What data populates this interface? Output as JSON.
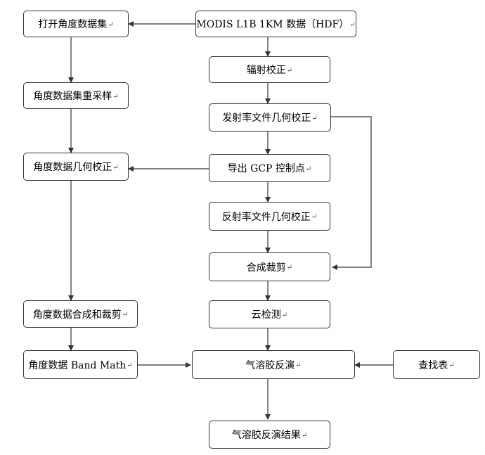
{
  "nodes": {
    "open_angle": {
      "text": "打开角度数据集"
    },
    "modis": {
      "text": "MODIS L1B 1KM 数据（HDF）"
    },
    "radiometric": {
      "text": "辐射校正"
    },
    "resample": {
      "text": "角度数据集重采样"
    },
    "emissive_geo": {
      "text": "发射率文件几何校正"
    },
    "angle_geo": {
      "text": "角度数据几何校正"
    },
    "export_gcp": {
      "text": "导出 GCP 控制点"
    },
    "reflect_geo": {
      "text": "反射率文件几何校正"
    },
    "composite_crop": {
      "text": "合成裁剪"
    },
    "angle_composite": {
      "text": "角度数据合成和裁剪"
    },
    "cloud": {
      "text": "云检测"
    },
    "band_math": {
      "text": "角度数据 Band Math"
    },
    "aerosol": {
      "text": "气溶胶反演"
    },
    "lut": {
      "text": "查找表"
    },
    "result": {
      "text": "气溶胶反演结果"
    }
  },
  "paragraph_mark": "↵",
  "colors": {
    "line": "#333333",
    "border": "#333333"
  }
}
